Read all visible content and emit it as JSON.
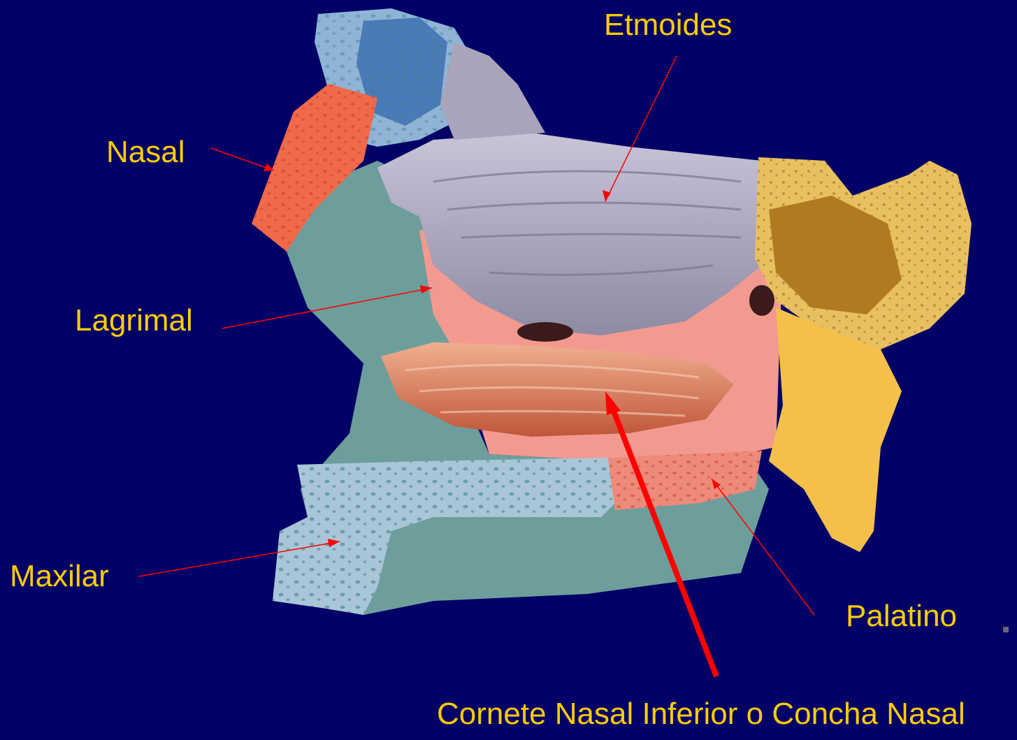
{
  "labels": {
    "etmoides": "Etmoides",
    "nasal": "Nasal",
    "lagrimal": "Lagrimal",
    "maxilar": "Maxilar",
    "palatino": "Palatino",
    "cornete": "Cornete Nasal Inferior o Concha Nasal"
  },
  "colors": {
    "background": "#000066",
    "label_text": "#ffcc00",
    "pointer": "#ff0000",
    "ethmoid": "#b8b4c8",
    "nasal_bone": "#f06a4a",
    "lacrimal": "#f29a90",
    "maxilla": "#6e9e9c",
    "palatine": "#f5c04a",
    "inferior_concha": "#d9745a",
    "sphenoid": "#e8c060",
    "palate": "#a9c6d8"
  }
}
